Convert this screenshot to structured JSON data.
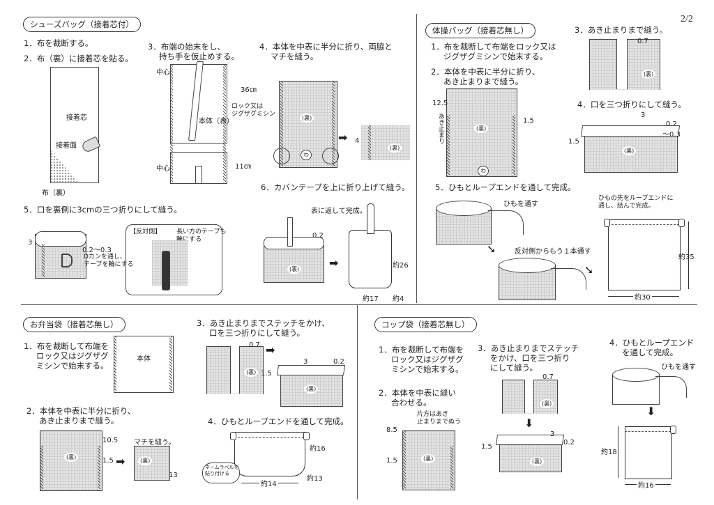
{
  "page_number": "2/2",
  "shoes": {
    "title": "シューズバッグ（接着芯付）",
    "step1": "1．布を裁断する。",
    "step2": "2．布（裏）に接着芯を貼る。",
    "step3a": "3．布端の始末をし、",
    "step3b": "持ち手を仮止めする。",
    "step4a": "4．本体を中表に半分に折り、両脇と",
    "step4b": "マチを縫う。",
    "step5": "5．口を裏側に3cmの三つ折りにして縫う。",
    "step6": "6．カバンテープを上に折り上げて縫う。",
    "label_interfacing": "接着芯",
    "label_adhesive": "接着面",
    "label_fabric_back": "布（裏）",
    "label_center_top": "中心",
    "label_center_bottom": "中心",
    "label_36": "36㎝",
    "label_11": "11㎝",
    "label_body_front": "本体（表）",
    "label_lock": "ロック又は\nジグザグミシン",
    "label_ura": "(裏)",
    "label_wa": "わ",
    "label_4": "4",
    "label_3": "3",
    "label_02_03": "0.2～0.3",
    "label_dkan": "Dカンを通し、\nテープを輪にする",
    "label_opposite": "【反対側】",
    "label_long_tape": "長い方のテープも\n輪にする",
    "label_02": "0.2",
    "label_turn": "表に返して完成。",
    "label_26": "約26",
    "label_17": "約17",
    "label_4b": "約4"
  },
  "gym": {
    "title": "体操バッグ（接着芯無し）",
    "step1a": "1．布を裁断して布端をロック又は",
    "step1b": "ジグザグミシンで始末する。",
    "step2a": "2．本体を中表に半分に折り、",
    "step2b": "あき止まりまで縫う。",
    "step3": "3．あき止まりまで縫う。",
    "step4": "4．口を三つ折りにして縫う。",
    "step5": "5．ひもとループエンドを通して完成。",
    "label_125": "12.5",
    "label_akidomari": "あき止まり",
    "label_15": "1.5",
    "label_ura": "(裏)",
    "label_wa": "わ",
    "label_07": "0.7",
    "label_3": "3",
    "label_02": "0.2",
    "label_03": "～0.3",
    "label_15b": "1.5",
    "label_pass": "ひもを通す",
    "label_other_side": "反対側からもう１本通す",
    "label_tie": "ひもの先をループエンドに\n通し、結んで完成。",
    "label_35": "約35",
    "label_30": "約30"
  },
  "bento": {
    "title": "お弁当袋（接着芯無し）",
    "step1a": "1．布を裁断して布端を",
    "step1b": "ロック又はジグザグ",
    "step1c": "ミシンで始末する。",
    "step2a": "2．本体を中表に半分に折り、",
    "step2b": "あき止まりまで縫う。",
    "step3a": "3．あき止まりまでステッチをかけ、",
    "step3b": "口を三つ折りにして縫う。",
    "step4": "4．ひもとループエンドを通して完成。",
    "label_body": "本体",
    "label_105": "10.5",
    "label_15": "1.5",
    "label_ura": "(裏)",
    "label_machi": "マチを縫う。",
    "label_13": "13",
    "label_07": "0.7",
    "label_3": "3",
    "label_02": "0.2",
    "label_15b": "1.5",
    "label_16": "約16",
    "label_13b": "約13",
    "label_14": "約14",
    "label_name_tag": "ネームラベルを\n貼り付ける"
  },
  "cup": {
    "title": "コップ袋（接着芯無し）",
    "step1a": "1．布を裁断して布端を",
    "step1b": "ロック又はジグザグ",
    "step1c": "ミシンで始末する。",
    "step2a": "2．本体を中表に縫い",
    "step2b": "合わせる。",
    "step3a": "3．あき止まりまでステッチ",
    "step3b": "をかけ、口を三つ折り",
    "step3c": "にして縫う。",
    "step4a": "4．ひもとループエンド",
    "step4b": "を通して完成。",
    "label_one_side": "片方はあき\n止まりまでぬう",
    "label_85": "8.5",
    "label_15": "1.5",
    "label_ura": "(裏)",
    "label_07": "0.7",
    "label_15b": "1.5",
    "label_3": "3",
    "label_02": "0.2",
    "label_pass": "ひもを通す",
    "label_18": "約18",
    "label_16": "約16"
  }
}
